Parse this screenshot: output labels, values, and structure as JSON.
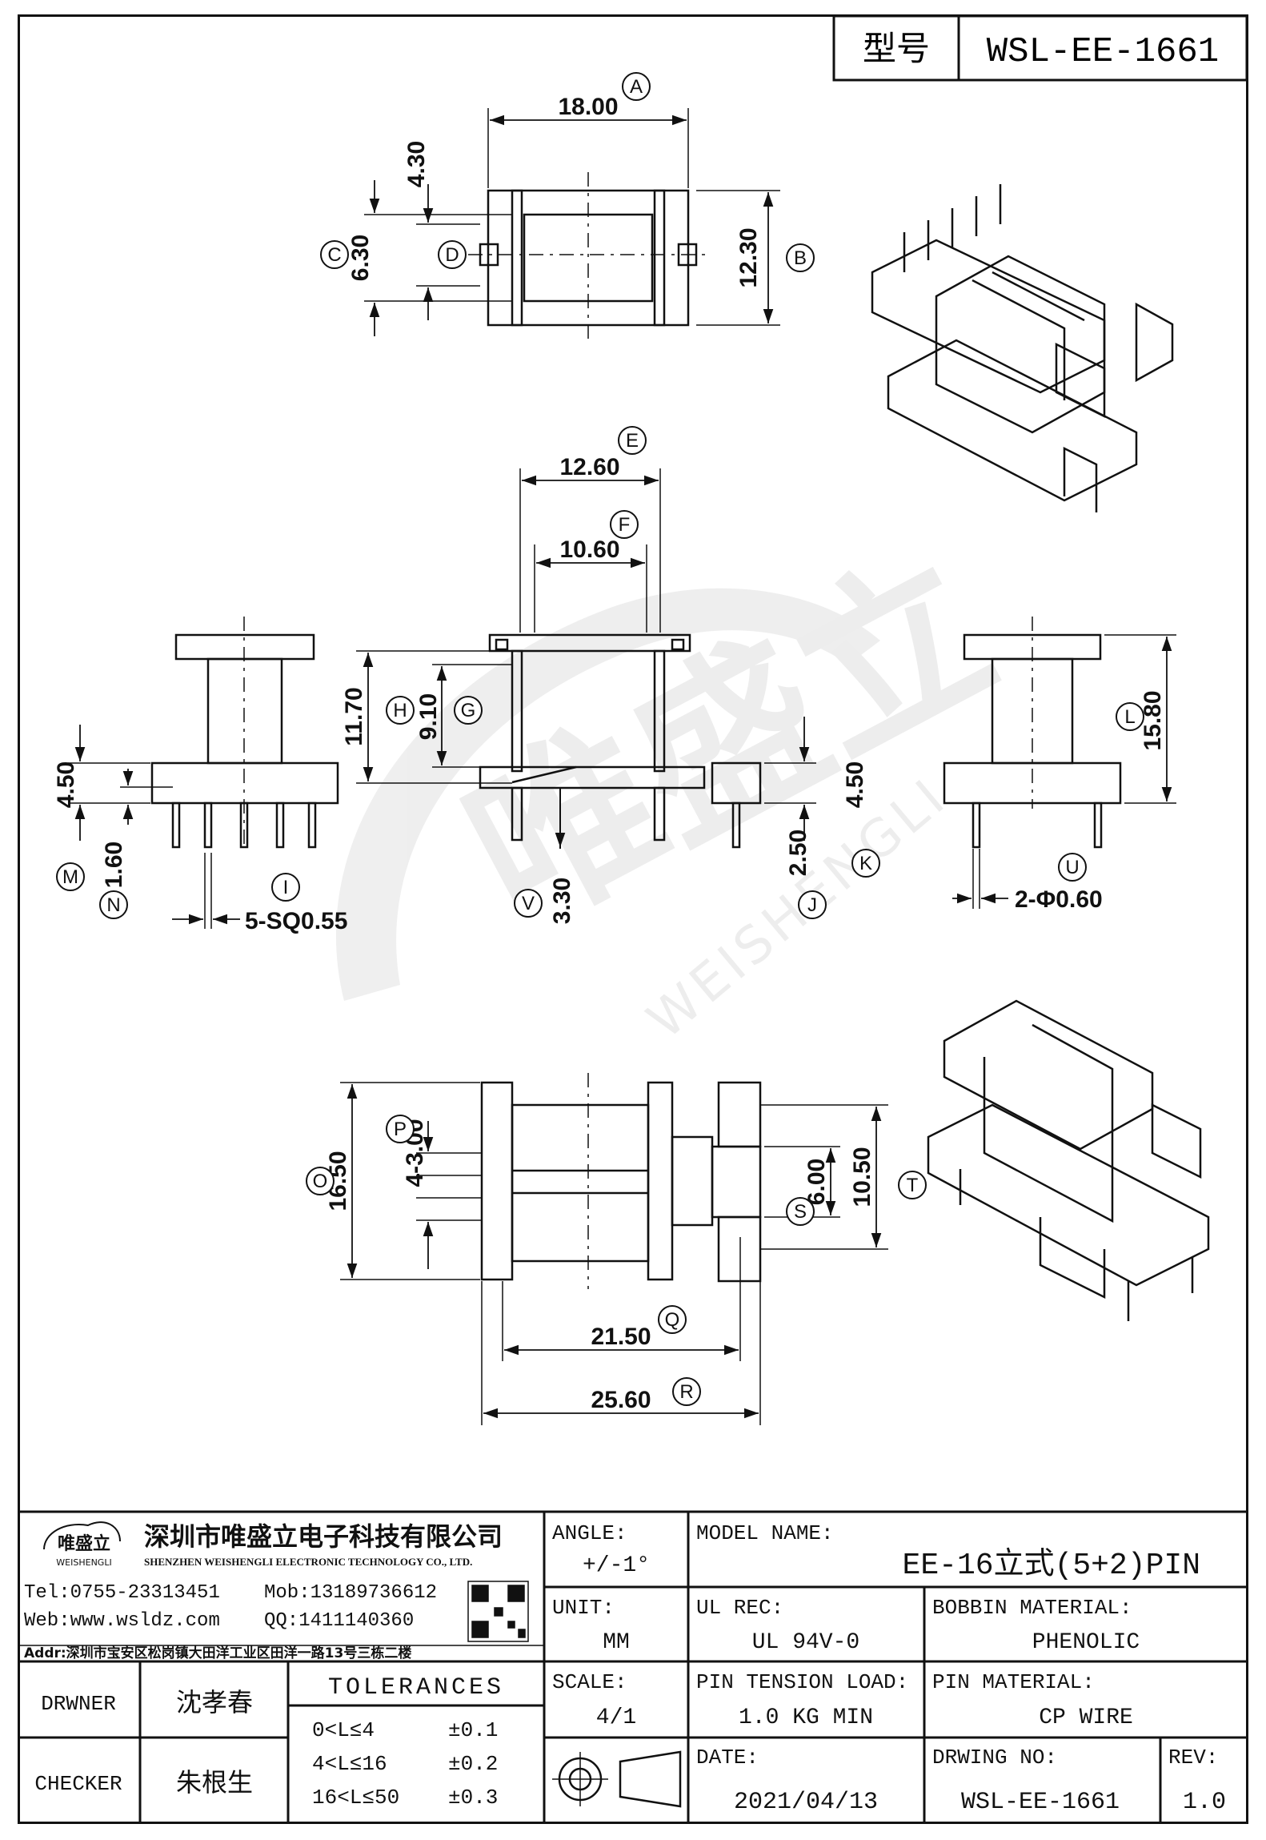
{
  "title_box": {
    "label": "型号",
    "model_code": "WSL-EE-1661"
  },
  "dimensions": {
    "A": "18.00",
    "B": "12.30",
    "C": "6.30",
    "D_top": "4.30",
    "E": "12.60",
    "F": "10.60",
    "H": "11.70",
    "G": "9.10",
    "M": "4.50",
    "N": "1.60",
    "I": "5-SQ0.55",
    "V": "3.30",
    "J": "2.50",
    "K": "4.50",
    "L": "15.80",
    "U": "2-Φ0.60",
    "O": "16.50",
    "P": "4-3.00",
    "S": "6.00",
    "T": "10.50",
    "Q": "21.50",
    "R": "25.60"
  },
  "callouts": [
    "A",
    "B",
    "C",
    "D",
    "E",
    "F",
    "G",
    "H",
    "I",
    "J",
    "K",
    "L",
    "M",
    "N",
    "O",
    "P",
    "Q",
    "R",
    "S",
    "T",
    "U",
    "V"
  ],
  "watermark": {
    "cn": "唯盛立",
    "en": "WEISHENGLI"
  },
  "company": {
    "name_cn": "深圳市唯盛立电子科技有限公司",
    "name_en": "SHENZHEN WEISHENGLI ELECTRONIC TECHNOLOGY CO., LTD.",
    "logo_text": "唯盛立",
    "logo_sub": "WEISHENGLI",
    "tel": "Tel:0755-23313451",
    "mob": "Mob:13189736612",
    "web": "Web:www.wsldz.com",
    "qq": "QQ:1411140360",
    "addr": "Addr:深圳市宝安区松岗镇大田洋工业区田洋一路13号三栋二楼"
  },
  "titleblock": {
    "angle_label": "ANGLE:",
    "angle_value": "+/-1°",
    "model_name_label": "MODEL NAME:",
    "model_name_value": "EE-16立式(5+2)PIN",
    "unit_label": "UNIT:",
    "unit_value": "MM",
    "ul_label": "UL REC:",
    "ul_value": "UL 94V-0",
    "bobbin_label": "BOBBIN MATERIAL:",
    "bobbin_value": "PHENOLIC",
    "drawer_label": "DRWNER",
    "drawer_value": "沈孝春",
    "tolerances_label": "TOLERANCES",
    "scale_label": "SCALE:",
    "scale_value": "4/1",
    "tension_label": "PIN TENSION LOAD:",
    "tension_value": "1.0 KG MIN",
    "pin_mat_label": "PIN MATERIAL:",
    "pin_mat_value": "CP WIRE",
    "checker_label": "CHECKER",
    "checker_value": "朱根生",
    "tol_rows": [
      {
        "range": "0<L≤4",
        "value": "±0.1"
      },
      {
        "range": "4<L≤16",
        "value": "±0.2"
      },
      {
        "range": "16<L≤50",
        "value": "±0.3"
      }
    ],
    "date_label": "DATE:",
    "date_value": "2021/04/13",
    "dwg_label": "DRWING NO:",
    "dwg_value": "WSL-EE-1661",
    "rev_label": "REV:",
    "rev_value": "1.0"
  }
}
